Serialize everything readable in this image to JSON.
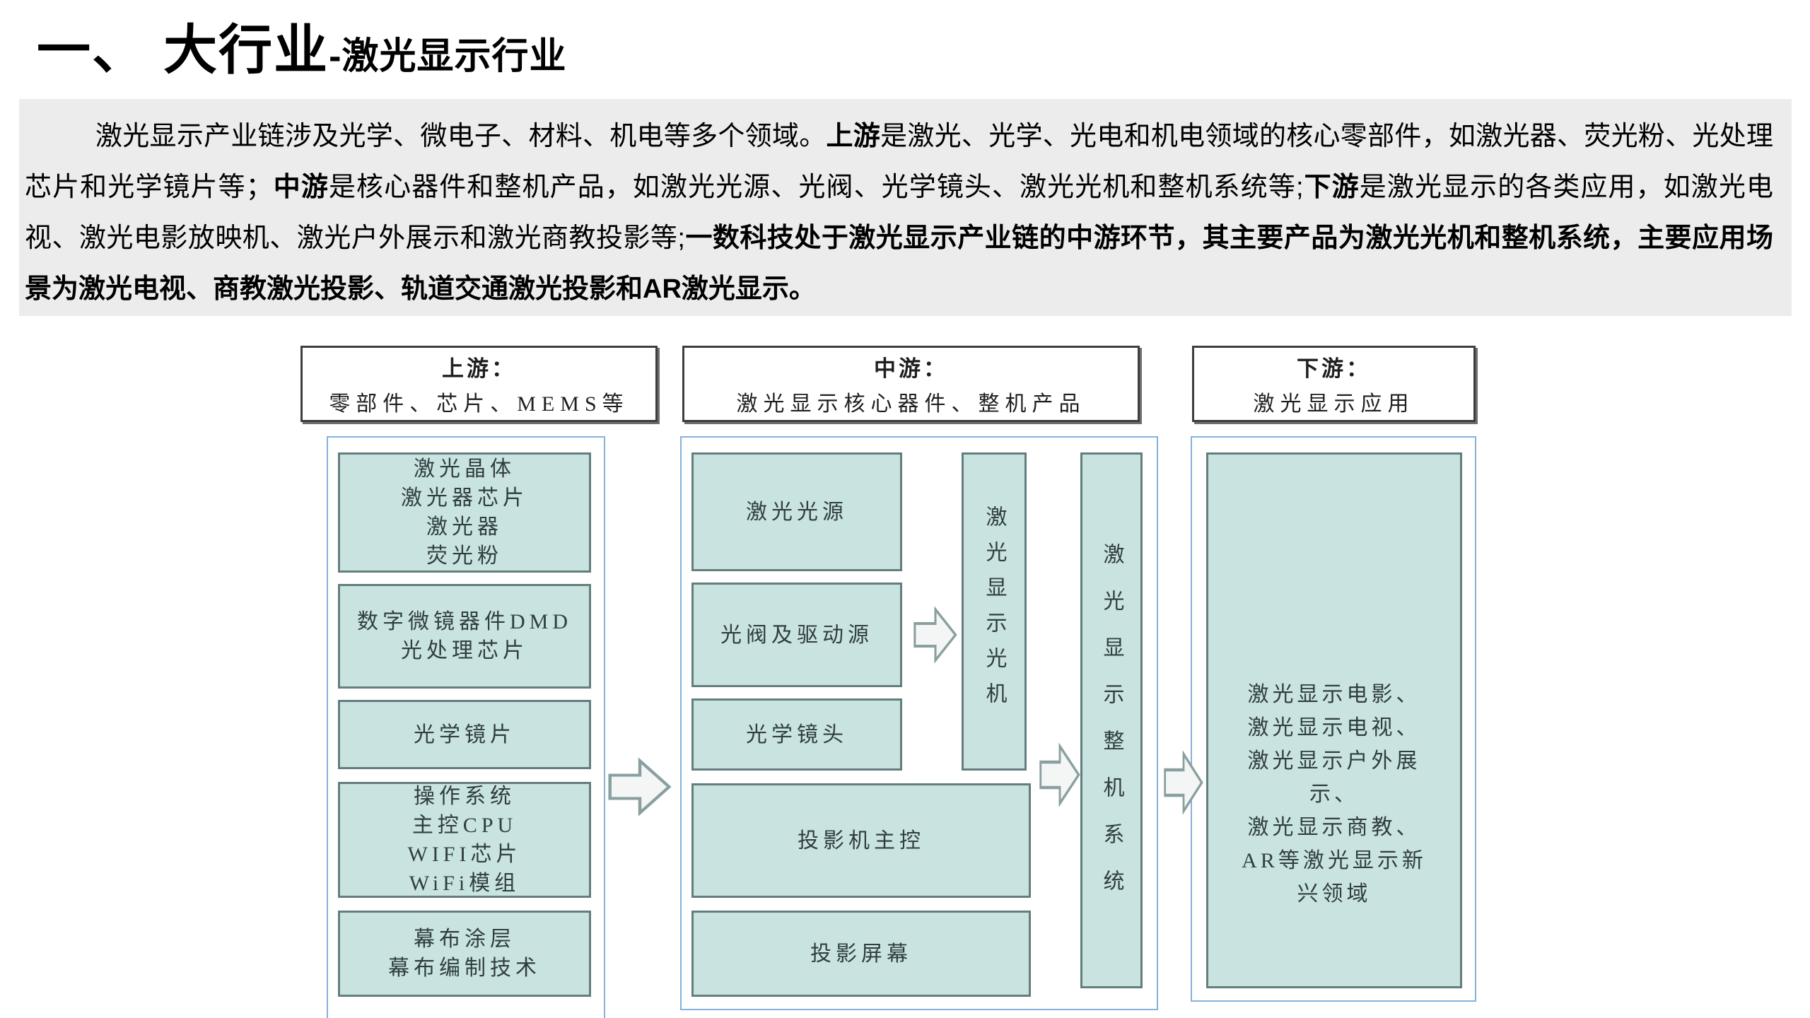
{
  "title": {
    "main": "一、 大行业",
    "sub": "-激光显示行业"
  },
  "intro": {
    "segments": [
      {
        "text": "激光显示产业链涉及光学、微电子、材料、机电等多个领域。",
        "bold": false
      },
      {
        "text": "上游",
        "bold": true
      },
      {
        "text": "是激光、光学、光电和机电领域的核心零部件，如激光器、荧光粉、光处理芯片和光学镜片等；",
        "bold": false
      },
      {
        "text": "中游",
        "bold": true
      },
      {
        "text": "是核心器件和整机产品，如激光光源、光阀、光学镜头、激光光机和整机系统等;",
        "bold": false
      },
      {
        "text": "下游",
        "bold": true
      },
      {
        "text": "是激光显示的各类应用，如激光电视、激光电影放映机、激光户外展示和激光商教投影等;",
        "bold": false
      },
      {
        "text": "一数科技处于激光显示产业链的中游环节，其主要产品为激光光机和整机系统，主要应用场景为激光电视、商教激光投影、轨道交通激光投影和AR激光显示。",
        "bold": true
      }
    ]
  },
  "diagram": {
    "headers": [
      {
        "title": "上游：",
        "subtitle": "零部件、芯片、MEMS等"
      },
      {
        "title": "中游：",
        "subtitle": "激光显示核心器件、整机产品"
      },
      {
        "title": "下游：",
        "subtitle": "激光显示应用"
      }
    ],
    "upstream_boxes": [
      "激光晶体\n激光器芯片\n激光器\n荧光粉",
      "数字微镜器件DMD\n光处理芯片",
      "光学镜片",
      "操作系统\n主控CPU\nWIFI芯片\nWiFi模组",
      "幕布涂层\n幕布编制技术"
    ],
    "midstream_boxes": [
      "激光光源",
      "光阀及驱动源",
      "光学镜头",
      "投影机主控",
      "投影屏幕"
    ],
    "midstream_vertical_boxes": [
      "激光显示光机",
      "激光显示整机系统"
    ],
    "downstream_box": "激光显示电影、\n激光显示电视、\n激光显示户外展\n示、\n激光显示商教、\nAR等激光显示新\n兴领域",
    "colors": {
      "box_fill": "#C9E3E1",
      "box_border": "#647D7D",
      "container_border": "#85B2DE",
      "header_border": "#3E3E3E",
      "intro_background": "#ECECEC",
      "text": "#000000"
    }
  }
}
